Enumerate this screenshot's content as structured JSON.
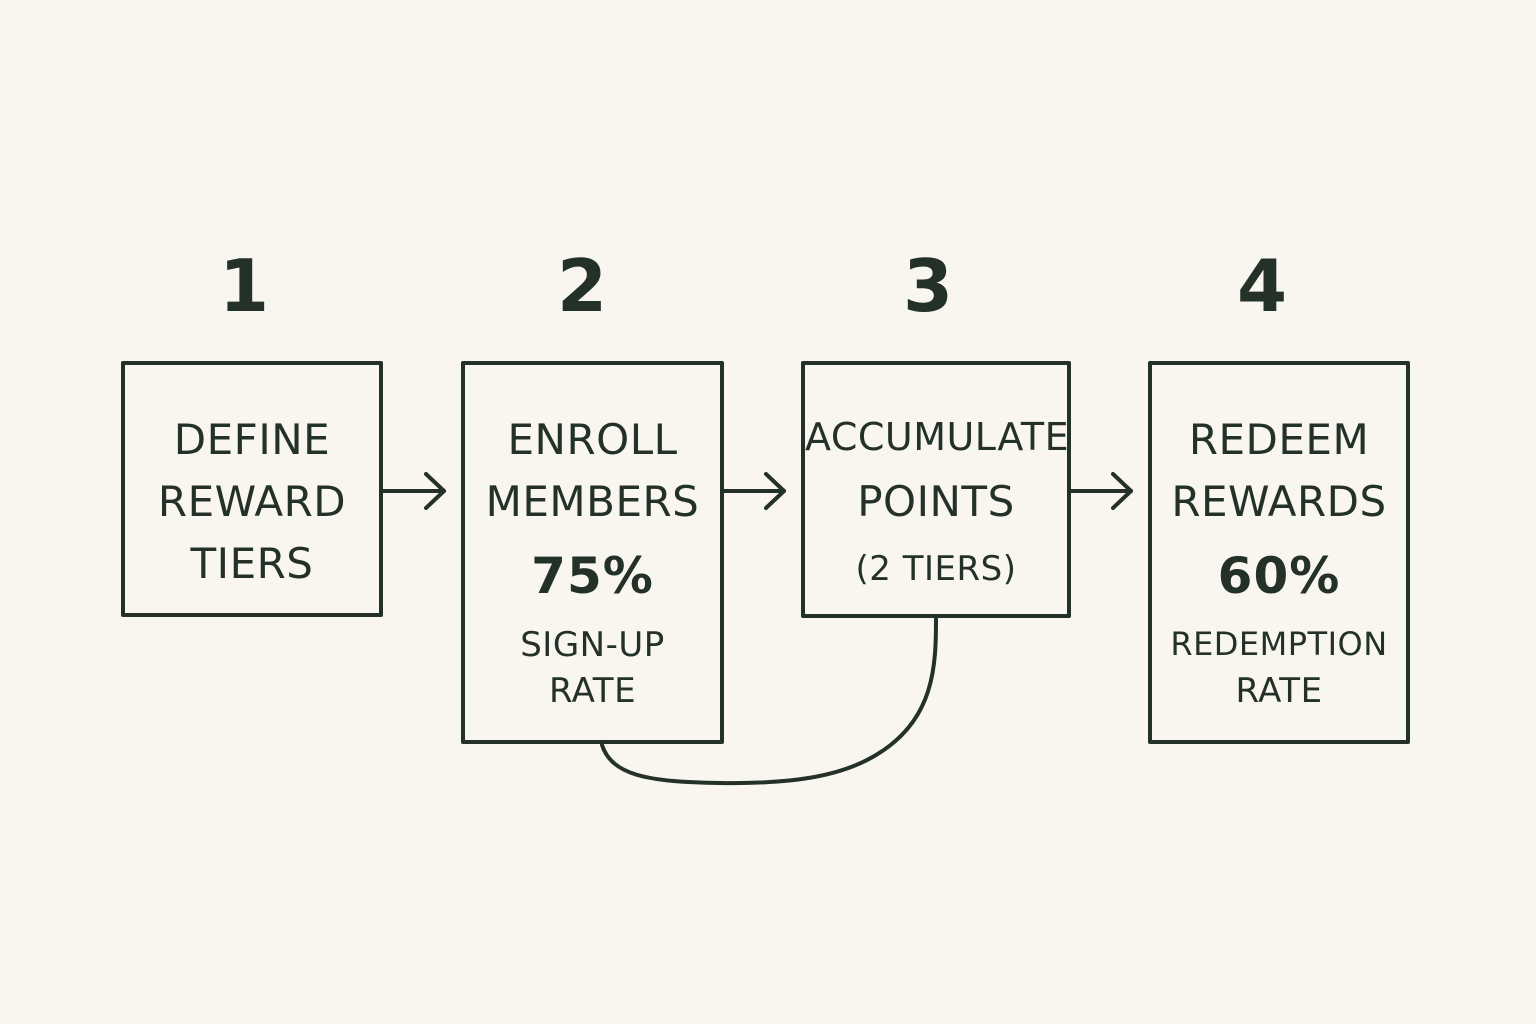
{
  "steps": [
    {
      "number": "1",
      "title_lines": [
        "DEFINE",
        "REWARD",
        "TIERS"
      ]
    },
    {
      "number": "2",
      "title_lines": [
        "ENROLL",
        "MEMBERS"
      ],
      "metric": "75%",
      "metric_label_lines": [
        "SIGN-UP",
        "RATE"
      ]
    },
    {
      "number": "3",
      "title_lines": [
        "ACCUMULATE",
        "POINTS"
      ],
      "note": "(2 TIERS)"
    },
    {
      "number": "4",
      "title_lines": [
        "REDEEM",
        "REWARDS"
      ],
      "metric": "60%",
      "metric_label_lines": [
        "REDEMPTION",
        "RATE"
      ]
    }
  ],
  "colors": {
    "ink": "#243128",
    "background": "#f8f6ef"
  }
}
